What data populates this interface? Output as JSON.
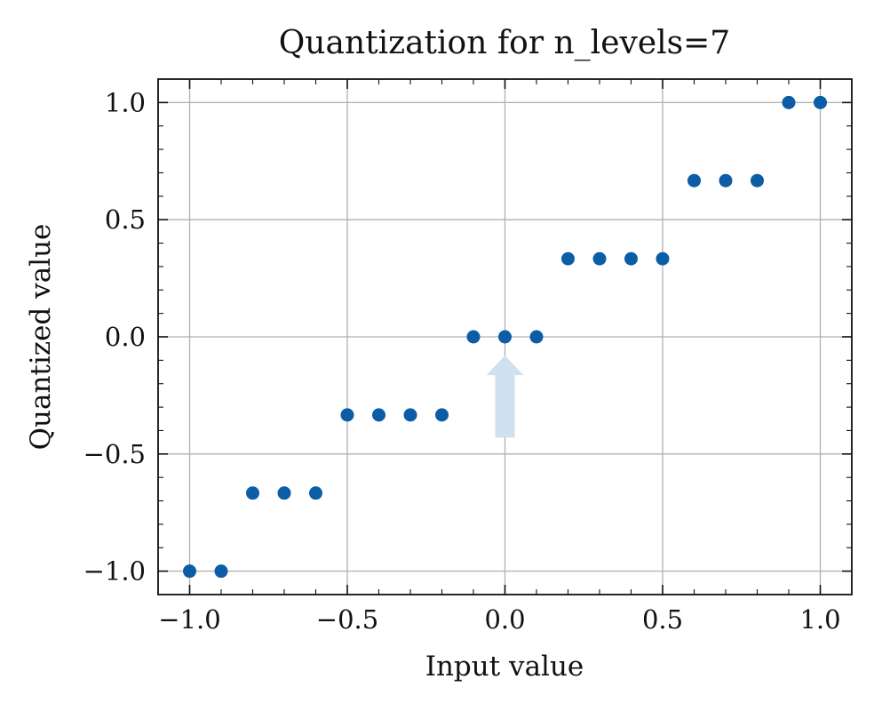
{
  "chart_data": {
    "type": "scatter",
    "title": "Quantization for n_levels=7",
    "xlabel": "Input value",
    "ylabel": "Quantized value",
    "xlim": [
      -1.1,
      1.1
    ],
    "ylim": [
      -1.1,
      1.1
    ],
    "grid": true,
    "x_ticks": [
      -1.0,
      -0.5,
      0.0,
      0.5,
      1.0
    ],
    "x_tick_labels": [
      "−1.0",
      "−0.5",
      "0.0",
      "0.5",
      "1.0"
    ],
    "y_ticks": [
      -1.0,
      -0.5,
      0.0,
      0.5,
      1.0
    ],
    "y_tick_labels": [
      "−1.0",
      "−0.5",
      "0.0",
      "0.5",
      "1.0"
    ],
    "series": [
      {
        "color": "#0c5da5",
        "x": [
          -1.0,
          -0.9,
          -0.8,
          -0.7,
          -0.6,
          -0.5,
          -0.4,
          -0.3,
          -0.2,
          -0.1,
          0.0,
          0.1,
          0.2,
          0.3,
          0.4,
          0.5,
          0.6,
          0.7,
          0.8,
          0.9,
          1.0
        ],
        "y": [
          -1.0,
          -1.0,
          -0.6667,
          -0.6667,
          -0.6667,
          -0.3333,
          -0.3333,
          -0.3333,
          -0.3333,
          0.0,
          0.0,
          0.0,
          0.3333,
          0.3333,
          0.3333,
          0.3333,
          0.6667,
          0.6667,
          0.6667,
          1.0,
          1.0
        ]
      }
    ],
    "annotations": [
      {
        "type": "arrow",
        "x": 0.0,
        "y_tail": -0.43,
        "y_head": -0.08,
        "color": "#cfe0f1",
        "direction": "up"
      }
    ]
  }
}
